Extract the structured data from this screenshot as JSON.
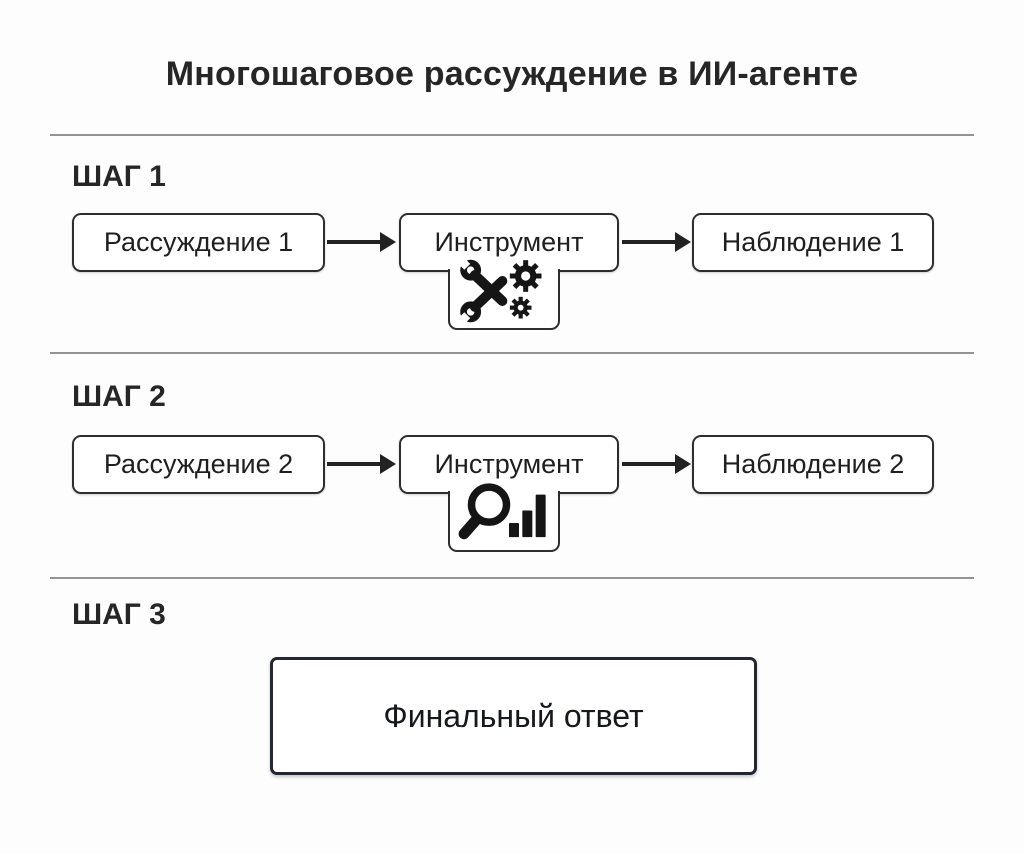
{
  "title": "Многошаговое рассуждение в ИИ-агенте",
  "steps": [
    {
      "label": "ШАГ 1",
      "reasoning": "Рассуждение 1",
      "tool": "Инструмент",
      "tool_icon": "wrench-gears-icon",
      "observation": "Наблюдение 1"
    },
    {
      "label": "ШАГ 2",
      "reasoning": "Рассуждение 2",
      "tool": "Инструмент",
      "tool_icon": "magnifier-chart-icon",
      "observation": "Наблюдение 2"
    },
    {
      "label": "ШАГ 3",
      "final_answer": "Финальный ответ"
    }
  ],
  "colors": {
    "box_border": "#2e2e2e",
    "final_border": "#222733",
    "separator": "#949494",
    "text": "#1f1f1f",
    "icon": "#151515",
    "background": "#fdfdfd"
  }
}
